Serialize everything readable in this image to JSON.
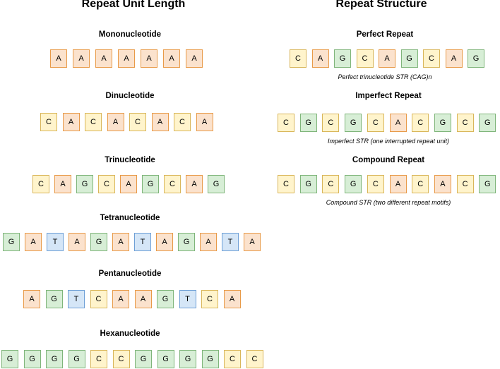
{
  "left": {
    "heading": "Repeat Unit Length",
    "sections": [
      {
        "title": "Mononucleotide",
        "bases": [
          "A",
          "A",
          "A",
          "A",
          "A",
          "A",
          "A"
        ]
      },
      {
        "title": "Dinucleotide",
        "bases": [
          "C",
          "A",
          "C",
          "A",
          "C",
          "A",
          "C",
          "A"
        ]
      },
      {
        "title": "Trinucleotide",
        "bases": [
          "C",
          "A",
          "G",
          "C",
          "A",
          "G",
          "C",
          "A",
          "G"
        ]
      },
      {
        "title": "Tetranucleotide",
        "bases": [
          "G",
          "A",
          "T",
          "A",
          "G",
          "A",
          "T",
          "A",
          "G",
          "A",
          "T",
          "A"
        ]
      },
      {
        "title": "Pentanucleotide",
        "bases": [
          "A",
          "G",
          "T",
          "C",
          "A",
          "A",
          "G",
          "T",
          "C",
          "A"
        ]
      },
      {
        "title": "Hexanucleotide",
        "bases": [
          "G",
          "G",
          "G",
          "G",
          "C",
          "C",
          "G",
          "G",
          "G",
          "G",
          "C",
          "C"
        ]
      }
    ]
  },
  "right": {
    "heading": "Repeat Structure",
    "sections": [
      {
        "title": "Perfect Repeat",
        "bases": [
          "C",
          "A",
          "G",
          "C",
          "A",
          "G",
          "C",
          "A",
          "G"
        ],
        "caption": "Perfect trinucleotide STR (CAG)n"
      },
      {
        "title": "Imperfect Repeat",
        "bases": [
          "C",
          "G",
          "C",
          "G",
          "C",
          "A",
          "C",
          "G",
          "C",
          "G"
        ],
        "caption": "Imperfect STR (one interrupted repeat unit)"
      },
      {
        "title": "Compound Repeat",
        "bases": [
          "C",
          "G",
          "C",
          "G",
          "C",
          "A",
          "C",
          "A",
          "C",
          "G"
        ],
        "caption": "Compound STR (two different repeat motifs)"
      }
    ]
  },
  "colors": {
    "A": "#fbe2cd",
    "C": "#fff4cc",
    "G": "#d7eed6",
    "T": "#d5e6f7"
  }
}
